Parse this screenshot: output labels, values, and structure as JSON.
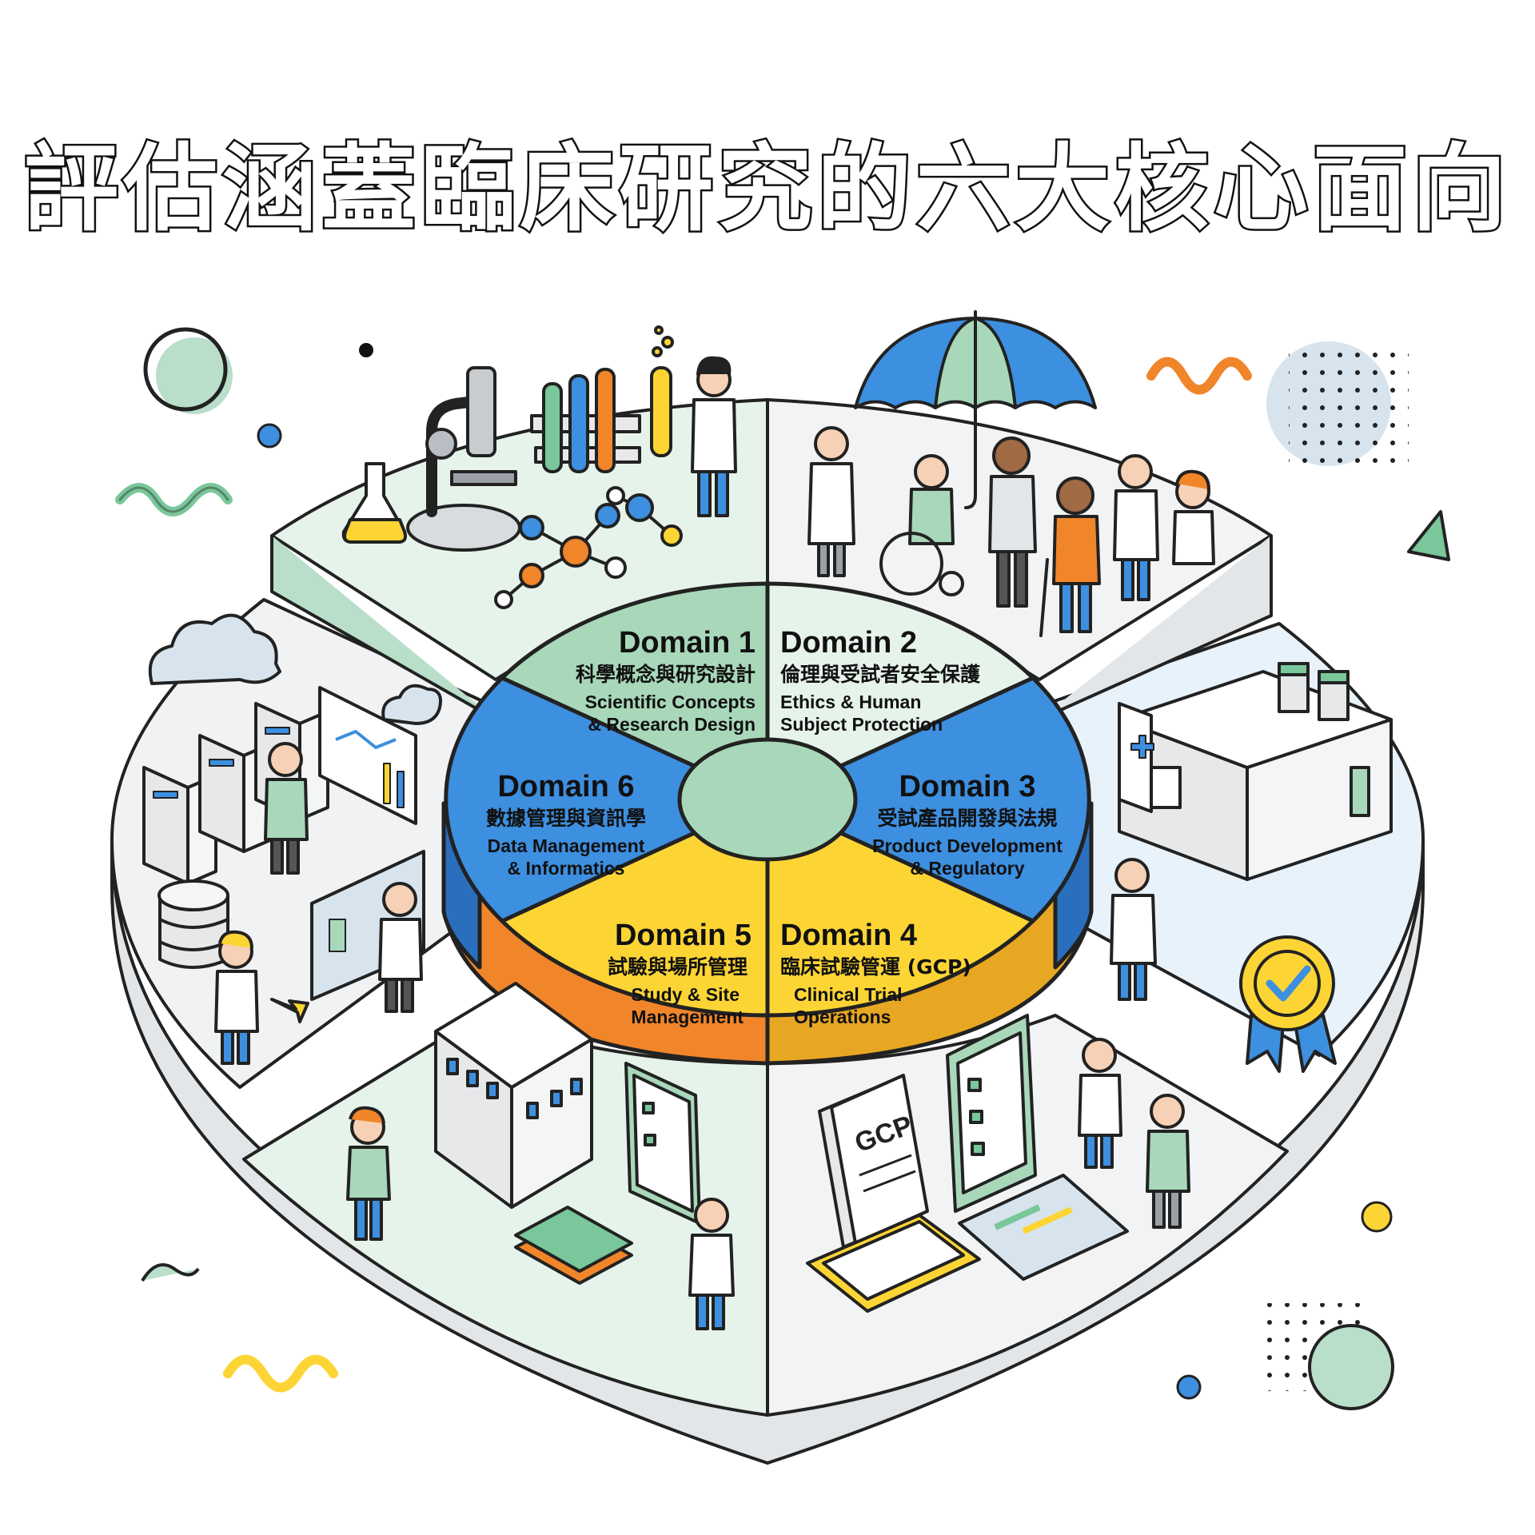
{
  "title": "評估涵蓋臨床研究的六大核心面向",
  "domains": [
    {
      "id": "Domain 1",
      "zh": "科學概念與研究設計",
      "en1": "Scientific Concepts",
      "en2": "& Research Design",
      "color": "#a8d8b9"
    },
    {
      "id": "Domain 2",
      "zh": "倫理與受試者安全保護",
      "en1": "Ethics & Human",
      "en2": "Subject Protection",
      "color": "#e6f3ea"
    },
    {
      "id": "Domain 3",
      "zh": "受試產品開發與法規",
      "en1": "Product Development",
      "en2": "& Regulatory",
      "color": "#3d8fe0"
    },
    {
      "id": "Domain 4",
      "zh": "臨床試驗管運 (GCP)",
      "en1": "Clinical Trial",
      "en2": "Operations",
      "color": "#fcd535"
    },
    {
      "id": "Domain 5",
      "zh": "試驗與場所管理",
      "en1": "Study & Site",
      "en2": "Management",
      "color": "#fcd535"
    },
    {
      "id": "Domain 6",
      "zh": "數據管理與資訊學",
      "en1": "Data Management",
      "en2": "& Informatics",
      "color": "#3d8fe0"
    }
  ],
  "icons": {
    "gcp_document_text": "GCP"
  }
}
